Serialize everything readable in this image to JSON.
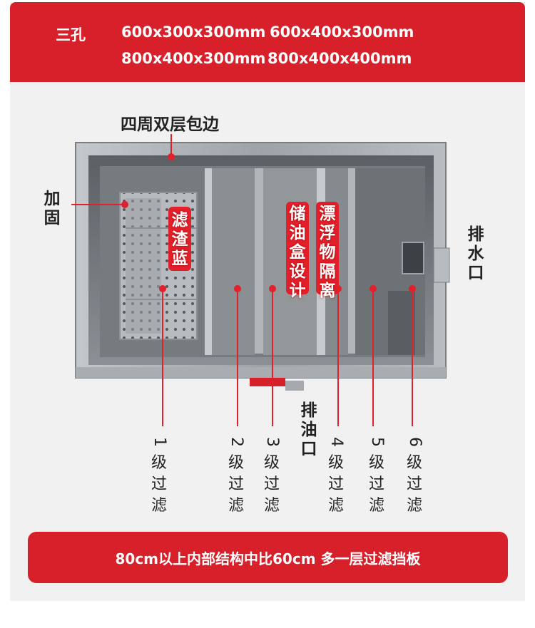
{
  "header": {
    "label": "三孔",
    "sizes": [
      "600x300x300mm",
      "600x400x300mm",
      "800x400x300mm",
      "800x400x400mm"
    ]
  },
  "annotations": {
    "edge": "四周双层包边",
    "reinforce": "加固",
    "drain_water": "排水口",
    "drain_oil": "排油口",
    "basket": "滤渣蓝",
    "oil_box": "储油盒设计",
    "float_sep": "漂浮物隔离"
  },
  "levels": [
    {
      "num": "1",
      "text": "级过滤"
    },
    {
      "num": "2",
      "text": "级过滤"
    },
    {
      "num": "3",
      "text": "级过滤"
    },
    {
      "num": "4",
      "text": "级过滤"
    },
    {
      "num": "5",
      "text": "级过滤"
    },
    {
      "num": "6",
      "text": "级过滤"
    }
  ],
  "footer": "80cm以上内部结构中比60cm 多一层过滤挡板",
  "colors": {
    "brand_red": "#d8202a",
    "steel": "#9aa0a6"
  }
}
